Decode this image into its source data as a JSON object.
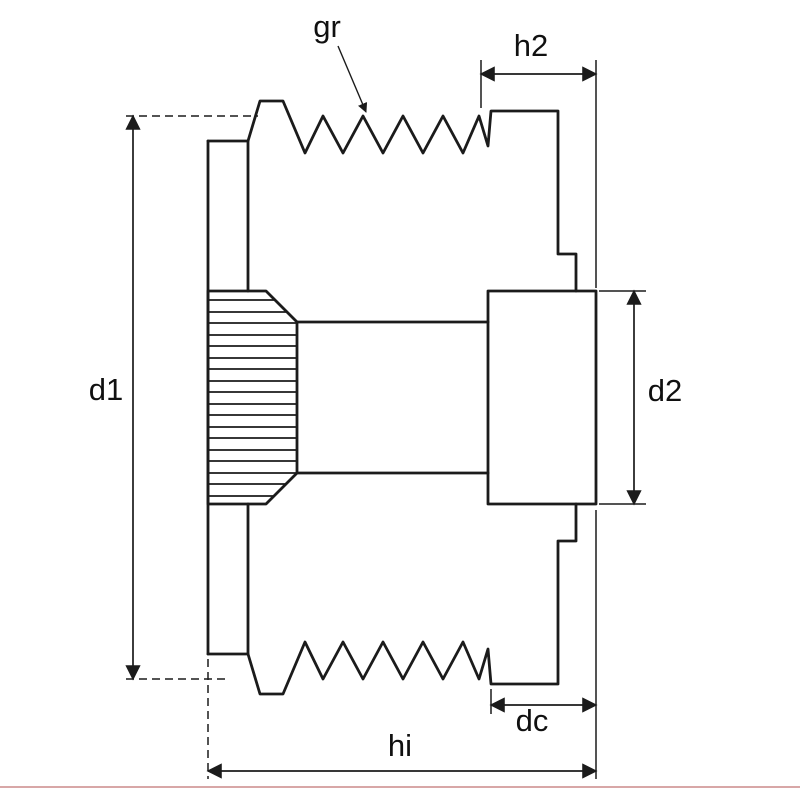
{
  "diagram": {
    "type": "technical-drawing",
    "labels": {
      "gr": "gr",
      "h2": "h2",
      "d1": "d1",
      "d2": "d2",
      "dc": "dc",
      "hi": "hi"
    },
    "colors": {
      "line": "#1b1b1b",
      "background": "#ffffff",
      "divider": "#d8a7a7"
    }
  }
}
